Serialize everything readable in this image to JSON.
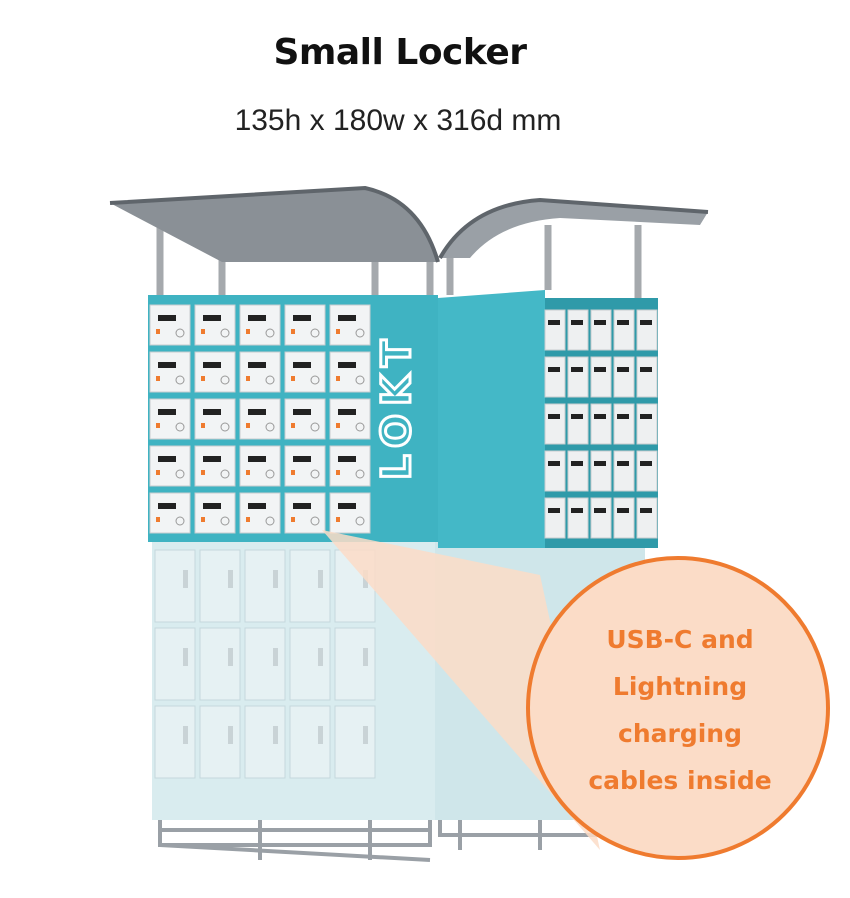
{
  "header": {
    "title": "Small Locker",
    "dimensions": "135h x 180w x 316d mm"
  },
  "product": {
    "brand_logo_text": "LOKT",
    "icons": [
      "locker-unit-illustration",
      "canopy-roof",
      "charging-locker-door",
      "base-frame"
    ]
  },
  "callout": {
    "lines": [
      "USB-C and",
      "Lightning",
      "charging",
      "cables inside"
    ]
  },
  "colors": {
    "teal": "#3fb3c2",
    "teal_dark": "#2f9aa9",
    "callout_fill": "#fbdcc7",
    "callout_border": "#ef7b2f",
    "callout_text": "#ef7b2f"
  }
}
